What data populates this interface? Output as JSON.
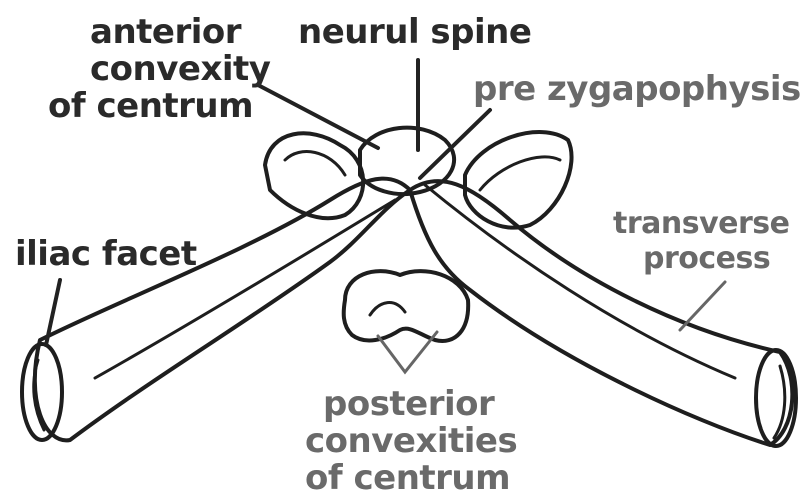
{
  "labels": {
    "anterior_convexity": [
      "anterior",
      "convexity",
      "of centrum"
    ],
    "neural_spine": "neurul spine",
    "pre_zygapophysis": "pre zygapophysis",
    "iliac_facet": "iliac facet",
    "transverse_process": [
      "transverse",
      "process"
    ],
    "posterior_convexities": [
      "posterior",
      "convexities",
      "of centrum"
    ]
  },
  "colors": {
    "ink": "#1e1e1e",
    "grey_label": "#6a6a6a",
    "stipple": "#555555",
    "background": "#ffffff"
  }
}
